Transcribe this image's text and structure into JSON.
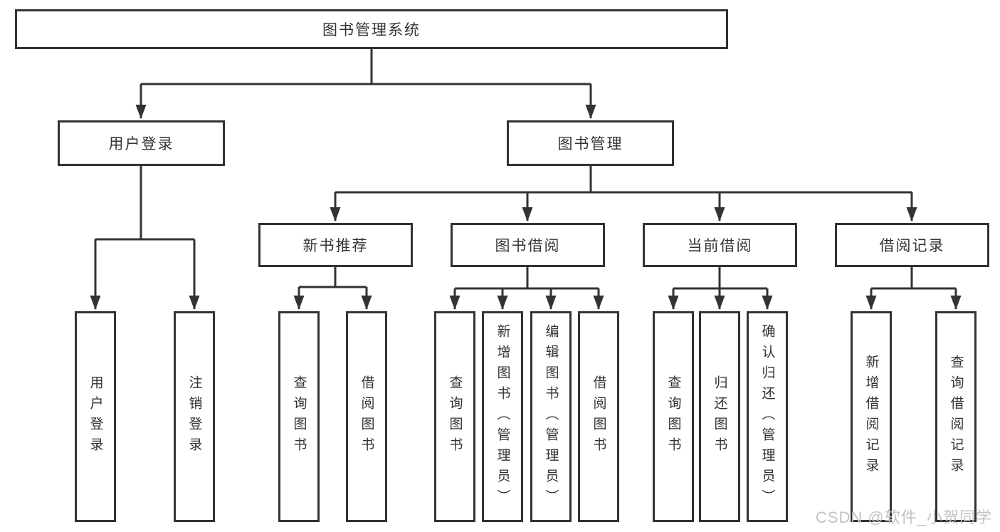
{
  "diagram": {
    "root": {
      "label": "图书管理系统"
    },
    "level2": [
      {
        "label": "用户登录",
        "children": [
          {
            "label": "用户登录"
          },
          {
            "label": "注销登录"
          }
        ]
      },
      {
        "label": "图书管理",
        "children": [
          {
            "label": "新书推荐",
            "children": [
              {
                "label": "查询图书"
              },
              {
                "label": "借阅图书"
              }
            ]
          },
          {
            "label": "图书借阅",
            "children": [
              {
                "label": "查询图书"
              },
              {
                "label": "新增图书（管理员）"
              },
              {
                "label": "编辑图书（管理员）"
              },
              {
                "label": "借阅图书"
              }
            ]
          },
          {
            "label": "当前借阅",
            "children": [
              {
                "label": "查询图书"
              },
              {
                "label": "归还图书"
              },
              {
                "label": "确认归还（管理员）"
              }
            ]
          },
          {
            "label": "借阅记录",
            "children": [
              {
                "label": "新增借阅记录"
              },
              {
                "label": "查询借阅记录"
              }
            ]
          }
        ]
      }
    ]
  },
  "watermark": {
    "text": "CSDN @软件_小贺同学"
  },
  "colors": {
    "line": "#333333",
    "box_border": "#333333",
    "text": "#333333",
    "watermark": "#c3c3c3",
    "background": "#ffffff"
  }
}
